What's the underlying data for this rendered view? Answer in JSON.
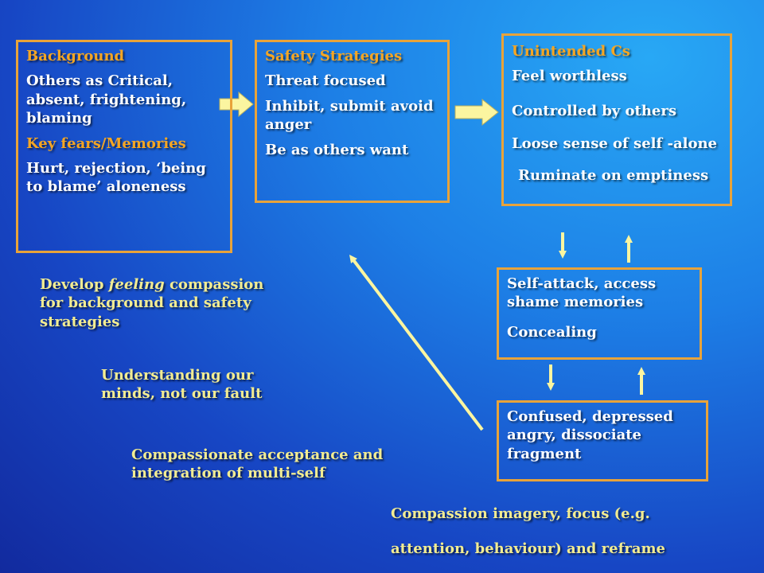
{
  "background_box": {
    "title": "Background",
    "line1": "Others as Critical, absent,  frightening, blaming",
    "subtitle": "Key fears/Memories",
    "line2": "Hurt, rejection, ‘being to blame’ aloneness"
  },
  "safety_box": {
    "title": "Safety Strategies",
    "items": [
      "Threat focused",
      "Inhibit, submit avoid anger",
      "Be as others want"
    ]
  },
  "unintended_box": {
    "title": "Unintended  Cs",
    "items": [
      "Feel worthless",
      "Controlled by others",
      "Loose sense of self -alone",
      "Ruminate on emptiness"
    ]
  },
  "selfattack_box": {
    "items": [
      "Self-attack, access shame memories",
      "Concealing"
    ]
  },
  "confused_box": {
    "text": "Confused, depressed angry, dissociate fragment"
  },
  "labels": {
    "develop_pre": "Develop ",
    "develop_em": "feeling",
    "develop_post": " compassion for background and safety strategies",
    "understanding": "Understanding our minds, not our fault",
    "acceptance": "Compassionate acceptance and integration of multi-self",
    "imagery_line1": "Compassion imagery,  focus (e.g.",
    "imagery_line2": "attention, behaviour) and reframe"
  },
  "colors": {
    "box_border": "#e8a33a",
    "heading": "#f5a623",
    "label_text": "#f2ec92",
    "arrow_fill": "#fbf5a0"
  }
}
